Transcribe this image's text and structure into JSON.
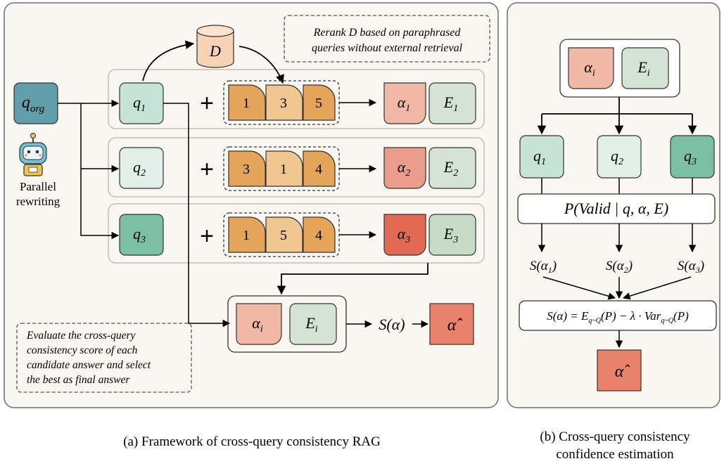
{
  "database": {
    "label": "D"
  },
  "note_top": {
    "lines": [
      "Rerank D based on paraphrased",
      "queries without external retrieval"
    ]
  },
  "note_bottom": {
    "lines": [
      "Evaluate the cross-query",
      "consistency score of each",
      "candidate answer and select",
      "the best as final answer"
    ]
  },
  "original_query": {
    "base": "q",
    "sub": "org"
  },
  "robot_caption": {
    "lines": [
      "Parallel",
      "rewriting"
    ]
  },
  "plus": "+",
  "rows": [
    {
      "query": {
        "base": "q",
        "sub": "1"
      },
      "docs": [
        "1",
        "3",
        "5"
      ],
      "answer": {
        "base": "α",
        "sub": "1"
      },
      "evidence": {
        "base": "E",
        "sub": "1"
      }
    },
    {
      "query": {
        "base": "q",
        "sub": "2"
      },
      "docs": [
        "3",
        "1",
        "4"
      ],
      "answer": {
        "base": "α",
        "sub": "2"
      },
      "evidence": {
        "base": "E",
        "sub": "2"
      }
    },
    {
      "query": {
        "base": "q",
        "sub": "3"
      },
      "docs": [
        "1",
        "5",
        "4"
      ],
      "answer": {
        "base": "α",
        "sub": "3"
      },
      "evidence": {
        "base": "E",
        "sub": "3"
      }
    }
  ],
  "candidate": {
    "answer": {
      "base": "α",
      "sub": "i"
    },
    "evidence": {
      "base": "E",
      "sub": "i"
    }
  },
  "score_label": "S(α)",
  "final_answer": "α̂",
  "panel_b": {
    "top": {
      "answer": {
        "base": "α",
        "sub": "i"
      },
      "evidence": {
        "base": "E",
        "sub": "i"
      }
    },
    "queries": [
      {
        "base": "q",
        "sub": "1"
      },
      {
        "base": "q",
        "sub": "2"
      },
      {
        "base": "q",
        "sub": "3"
      }
    ],
    "validity": "P(Valid | q, α, E)",
    "scores": [
      {
        "base": "S(α",
        "sub": "1",
        "tail": ")"
      },
      {
        "base": "S(α",
        "sub": "2",
        "tail": ")"
      },
      {
        "base": "S(α",
        "sub": "3",
        "tail": ")"
      }
    ],
    "formula": {
      "lhs": "S(α) = E",
      "sub1": "q~Q",
      "mid": "(P) − λ · Var",
      "sub2": "q~Q",
      "rhs": "(P)"
    },
    "final": "α̂"
  },
  "captions": {
    "a": "(a) Framework of cross-query consistency RAG",
    "b": [
      "(b) Cross-query consistency",
      "confidence estimation"
    ]
  },
  "colors": {
    "panel_bg": "#f8f7f2",
    "query_light": "#e3f0ea",
    "query_mid": "#c6e3d7",
    "query_dark": "#7bbfa5",
    "query_org": "#5f9eaa",
    "doc_dark": "#e4a55a",
    "doc_light": "#f0c88f",
    "answer_light": "#f2b8a6",
    "answer_mid": "#ec9c8a",
    "answer_dark": "#e26a55",
    "evidence": "#d4e3d4",
    "final": "#e8826a"
  }
}
